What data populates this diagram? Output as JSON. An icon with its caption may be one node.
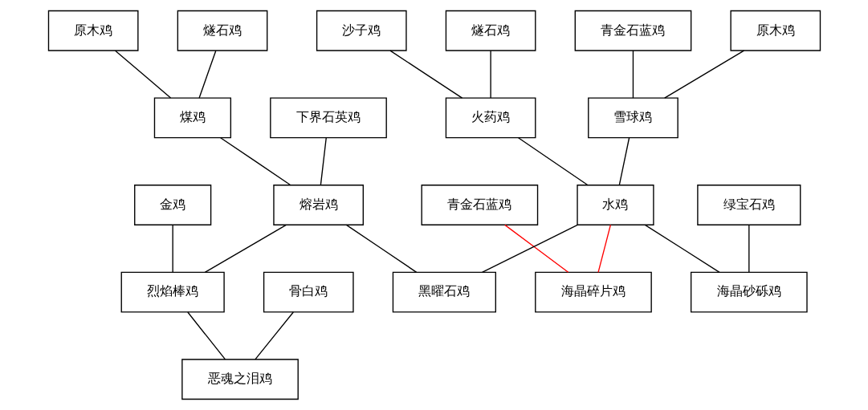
{
  "diagram": {
    "nodes": [
      {
        "text": [
          "原木鸡"
        ]
      },
      {
        "text": [
          "燧石鸡"
        ]
      },
      {
        "text": [
          "沙子鸡"
        ]
      },
      {
        "text": [
          "燧石鸡"
        ]
      },
      {
        "text": [
          "青金石蓝鸡"
        ]
      },
      {
        "text": [
          "原木鸡"
        ]
      },
      {
        "text": [
          "煤鸡"
        ]
      },
      {
        "text": [
          "下界石英鸡"
        ]
      },
      {
        "text": [
          "火药鸡"
        ]
      },
      {
        "text": [
          "雪球鸡"
        ]
      },
      {
        "text": [
          "金鸡"
        ]
      },
      {
        "text": [
          "熔岩鸡"
        ]
      },
      {
        "text": [
          "青金石蓝鸡"
        ]
      },
      {
        "text": [
          "水鸡"
        ]
      },
      {
        "text": [
          "绿宝石鸡"
        ]
      },
      {
        "text": [
          "骨白鸡"
        ]
      },
      {
        "text": [
          "烈焰棒鸡"
        ]
      },
      {
        "text": [
          "恶魂之泪鸡"
        ]
      },
      {
        "text": [
          "黑曜石鸡"
        ]
      },
      {
        "text": [
          "海晶碎片鸡"
        ]
      },
      {
        "text": [
          "海晶砂砾鸡"
        ]
      }
    ],
    "edges": [
      {
        "from": 0,
        "to": 6,
        "arrow": "none"
      },
      {
        "from": 1,
        "to": 6,
        "arrow": "none"
      },
      {
        "from": 2,
        "to": 8,
        "arrow": "none"
      },
      {
        "from": 3,
        "to": 8,
        "arrow": "none"
      },
      {
        "from": 4,
        "to": 9,
        "arrow": "none"
      },
      {
        "from": 5,
        "to": 9,
        "arrow": "none"
      },
      {
        "from": 6,
        "to": 11,
        "arrow": "none"
      },
      {
        "from": 7,
        "to": 11,
        "arrow": "none"
      },
      {
        "from": 8,
        "to": 13,
        "arrow": "none"
      },
      {
        "from": 9,
        "to": 13,
        "arrow": "none"
      },
      {
        "from": 10,
        "to": 16,
        "arrow": "none"
      },
      {
        "from": 11,
        "to": 16,
        "arrow": "none"
      },
      {
        "from": 15,
        "to": 17,
        "arrow": "none"
      },
      {
        "from": 16,
        "to": 17,
        "arrow": "none"
      },
      {
        "from": 11,
        "to": 18,
        "arrow": "none"
      },
      {
        "from": 13,
        "to": 18,
        "arrow": "none"
      },
      {
        "from": 12,
        "to": 19,
        "arrow": "none",
        "color": "#ff0000"
      },
      {
        "from": 13,
        "to": 19,
        "arrow": "none",
        "color": "#ff0000"
      },
      {
        "from": 13,
        "to": 20,
        "arrow": "none"
      },
      {
        "from": 14,
        "to": 20,
        "arrow": "none"
      }
    ]
  }
}
